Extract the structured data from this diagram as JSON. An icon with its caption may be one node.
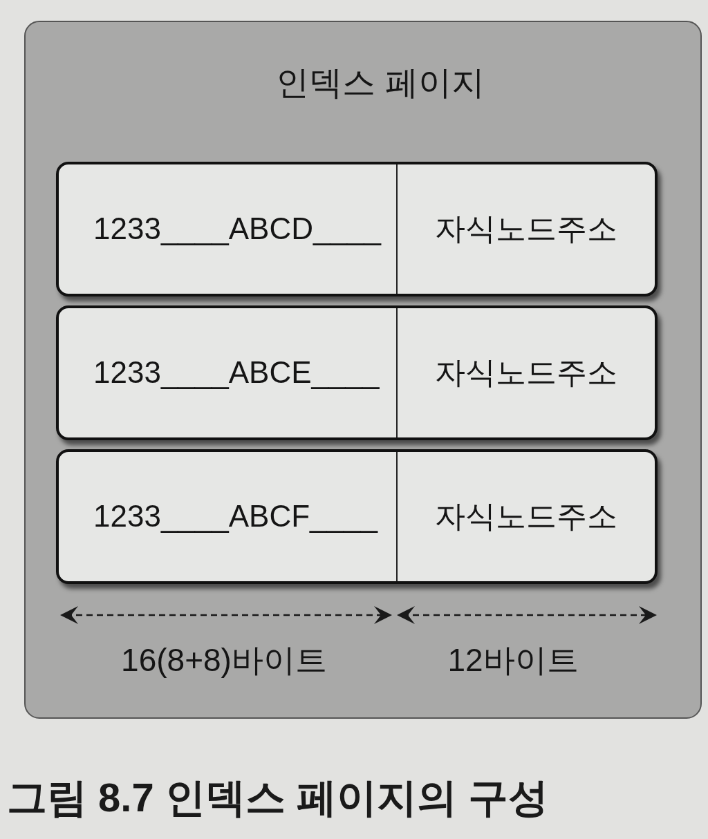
{
  "diagram": {
    "caption": "그림 8.7 인덱스 페이지의 구성",
    "nodes": [
      {
        "text": [
          "인덱스 페이지"
        ]
      },
      {
        "text": [
          "1233____ABCD____",
          "자식노드주소"
        ],
        "in": 0
      },
      {
        "text": [
          "1233____ABCE____",
          "자식노드주소"
        ],
        "in": 0
      },
      {
        "text": [
          "1233____ABCF____",
          "자식노드주소"
        ],
        "in": 0
      }
    ],
    "labels": [
      "16(8+8)바이트",
      "12바이트"
    ]
  }
}
